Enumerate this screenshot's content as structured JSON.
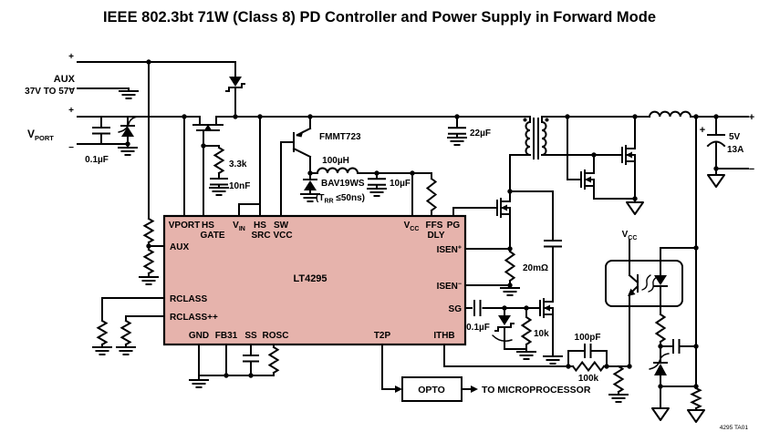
{
  "title": "IEEE 802.3bt 71W (Class 8) PD Controller and Power Supply in Forward Mode",
  "colors": {
    "ic_fill": "#e6b3ac",
    "wire": "#000000",
    "fig_id_gray": "#555555"
  },
  "inputs": {
    "aux": {
      "name": "AUX",
      "range": "37V TO 57V",
      "plus": "+",
      "minus": "−"
    },
    "vport": {
      "name_main": "V",
      "name_sub": "PORT",
      "plus": "+",
      "minus": "−"
    }
  },
  "output": {
    "voltage": "5V",
    "current": "13A",
    "plus": "+",
    "minus": "−",
    "cap_plus": "+"
  },
  "components": {
    "input_cap": "0.1µF",
    "gate_res": "3.3k",
    "gate_cap": "10nF",
    "pnp": "FMMT723",
    "buck_ind": "100µH",
    "catch_diode": "BAV19WS",
    "catch_note_pre": "(T",
    "catch_note_sub": "RR",
    "catch_note_post": " ≤50ns)",
    "vcc_cap": "10µF",
    "bulk_cap": "22µF",
    "sense_res": "20mΩ",
    "opto_vcc_main": "V",
    "opto_vcc_sub": "CC",
    "sg_cap": "0.1µF",
    "sg_res": "10k",
    "ithb_cap": "100pF",
    "ithb_res": "100k"
  },
  "ic": {
    "part": "LT4295",
    "pins": {
      "vport": "VPORT",
      "hs_gate_1": "HS",
      "hs_gate_2": "GATE",
      "vin_v": "V",
      "vin_sub": "IN",
      "hs_src_1": "HS",
      "hs_src_2": "SRC",
      "sw_vcc_1": "SW",
      "sw_vcc_2": "VCC",
      "vcc_v": "V",
      "vcc_sub": "CC",
      "ffs": "FFS",
      "dly": "DLY",
      "pg": "PG",
      "isen_base": "ISEN",
      "isen_plus": "+",
      "isen_minus": "−",
      "sg": "SG",
      "aux": "AUX",
      "rclass": "RCLASS",
      "rclass_pp": "RCLASS++",
      "gnd": "GND",
      "fb31": "FB31",
      "ss": "SS",
      "rosc": "ROSC",
      "t2p": "T2P",
      "ithb": "ITHB"
    }
  },
  "annotations": {
    "opto": "OPTO",
    "to_microprocessor": "TO MICROPROCESSOR",
    "fig_id": "4295 TA01"
  }
}
